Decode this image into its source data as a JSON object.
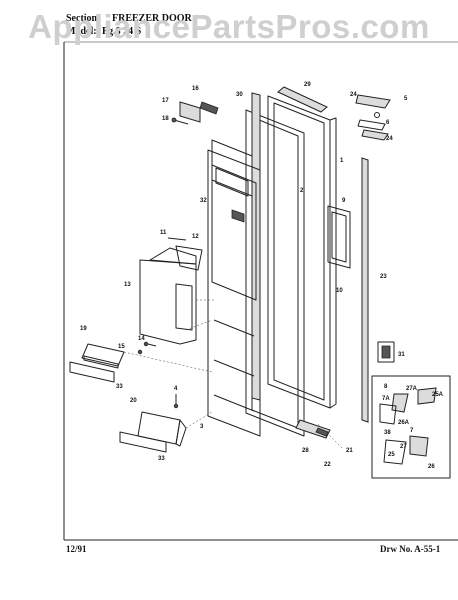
{
  "watermark": "AppliancePartsPros.com",
  "header": {
    "section_label": "Section:",
    "section_value": "FREEZER DOOR",
    "model_label": "Model:",
    "model_value": "Pg.8 24 S"
  },
  "footer": {
    "date": "12/91",
    "drawing_number": "Drw No. A-55-1"
  },
  "callouts": [
    "1",
    "2",
    "3",
    "4",
    "5",
    "6",
    "7",
    "7A",
    "8",
    "9",
    "10",
    "11",
    "12",
    "13",
    "14",
    "15",
    "16",
    "17",
    "18",
    "19",
    "20",
    "21",
    "22",
    "23",
    "24",
    "24",
    "25",
    "25A",
    "26",
    "26A",
    "27",
    "27A",
    "28",
    "29",
    "30",
    "31",
    "32",
    "33",
    "33",
    "38"
  ]
}
